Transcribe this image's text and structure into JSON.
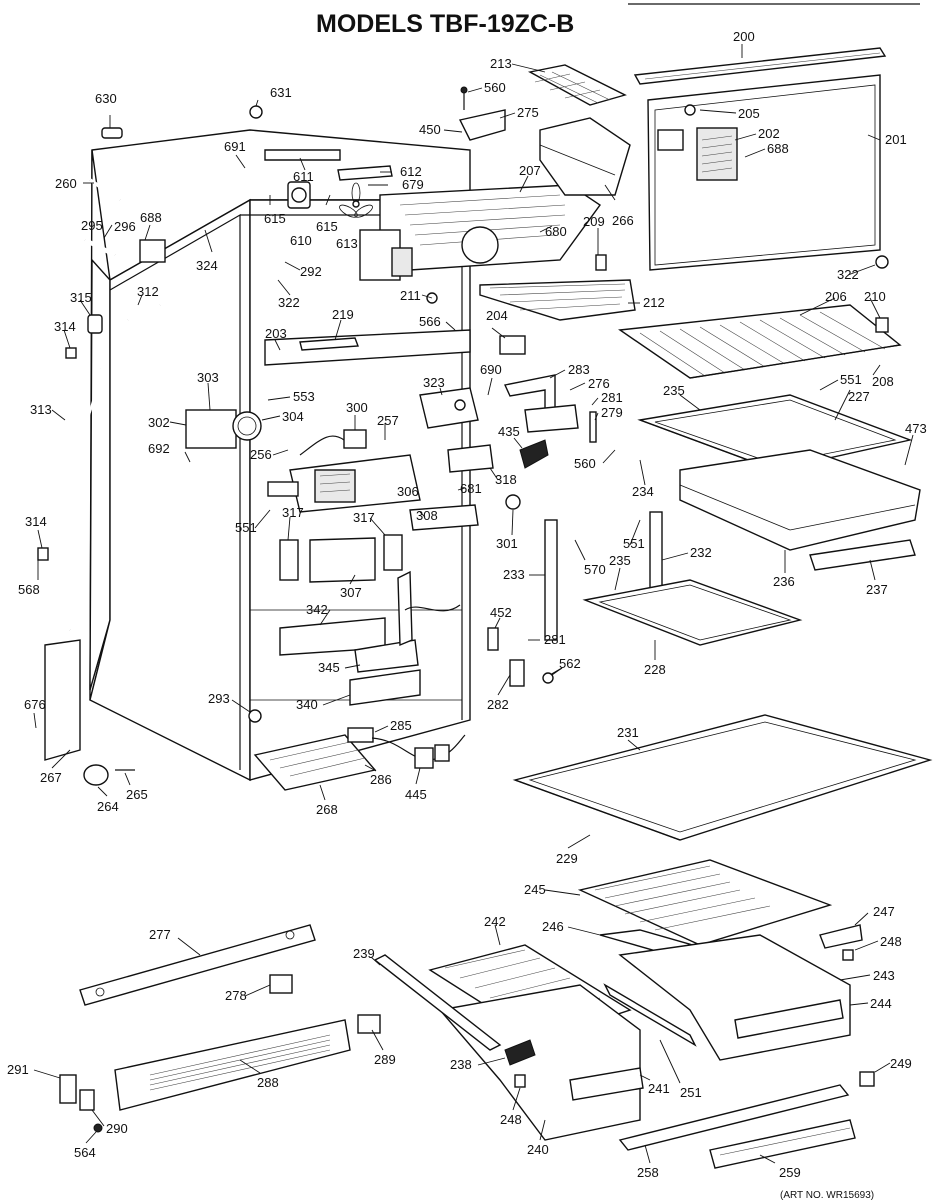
{
  "page": {
    "title": "MODELS TBF-19ZC-B",
    "credit": "(ART NO. WR15693)"
  },
  "labels": [
    "200",
    "213",
    "560",
    "275",
    "450",
    "205",
    "202",
    "688",
    "201",
    "630",
    "631",
    "691",
    "611",
    "612",
    "679",
    "207",
    "266",
    "260",
    "688",
    "296",
    "615",
    "610",
    "615",
    "613",
    "209",
    "680",
    "295",
    "324",
    "292",
    "322",
    "322",
    "315",
    "312",
    "211",
    "206",
    "210",
    "314",
    "212",
    "219",
    "566",
    "204",
    "203",
    "283",
    "276",
    "281",
    "208",
    "313",
    "690",
    "551",
    "227",
    "235",
    "303",
    "553",
    "323",
    "304",
    "279",
    "473",
    "300",
    "302",
    "257",
    "435",
    "560",
    "692",
    "256",
    "318",
    "234",
    "314",
    "306",
    "681",
    "568",
    "551",
    "317",
    "317",
    "308",
    "301",
    "551",
    "232",
    "236",
    "237",
    "233",
    "570",
    "235",
    "307",
    "342",
    "452",
    "281",
    "228",
    "345",
    "562",
    "282",
    "676",
    "293",
    "340",
    "285",
    "231",
    "267",
    "286",
    "265",
    "264",
    "268",
    "445",
    "229",
    "245",
    "277",
    "247",
    "242",
    "246",
    "248",
    "239",
    "243",
    "278",
    "244",
    "289",
    "291",
    "288",
    "238",
    "249",
    "241",
    "251",
    "290",
    "248",
    "564",
    "240",
    "258",
    "259"
  ]
}
